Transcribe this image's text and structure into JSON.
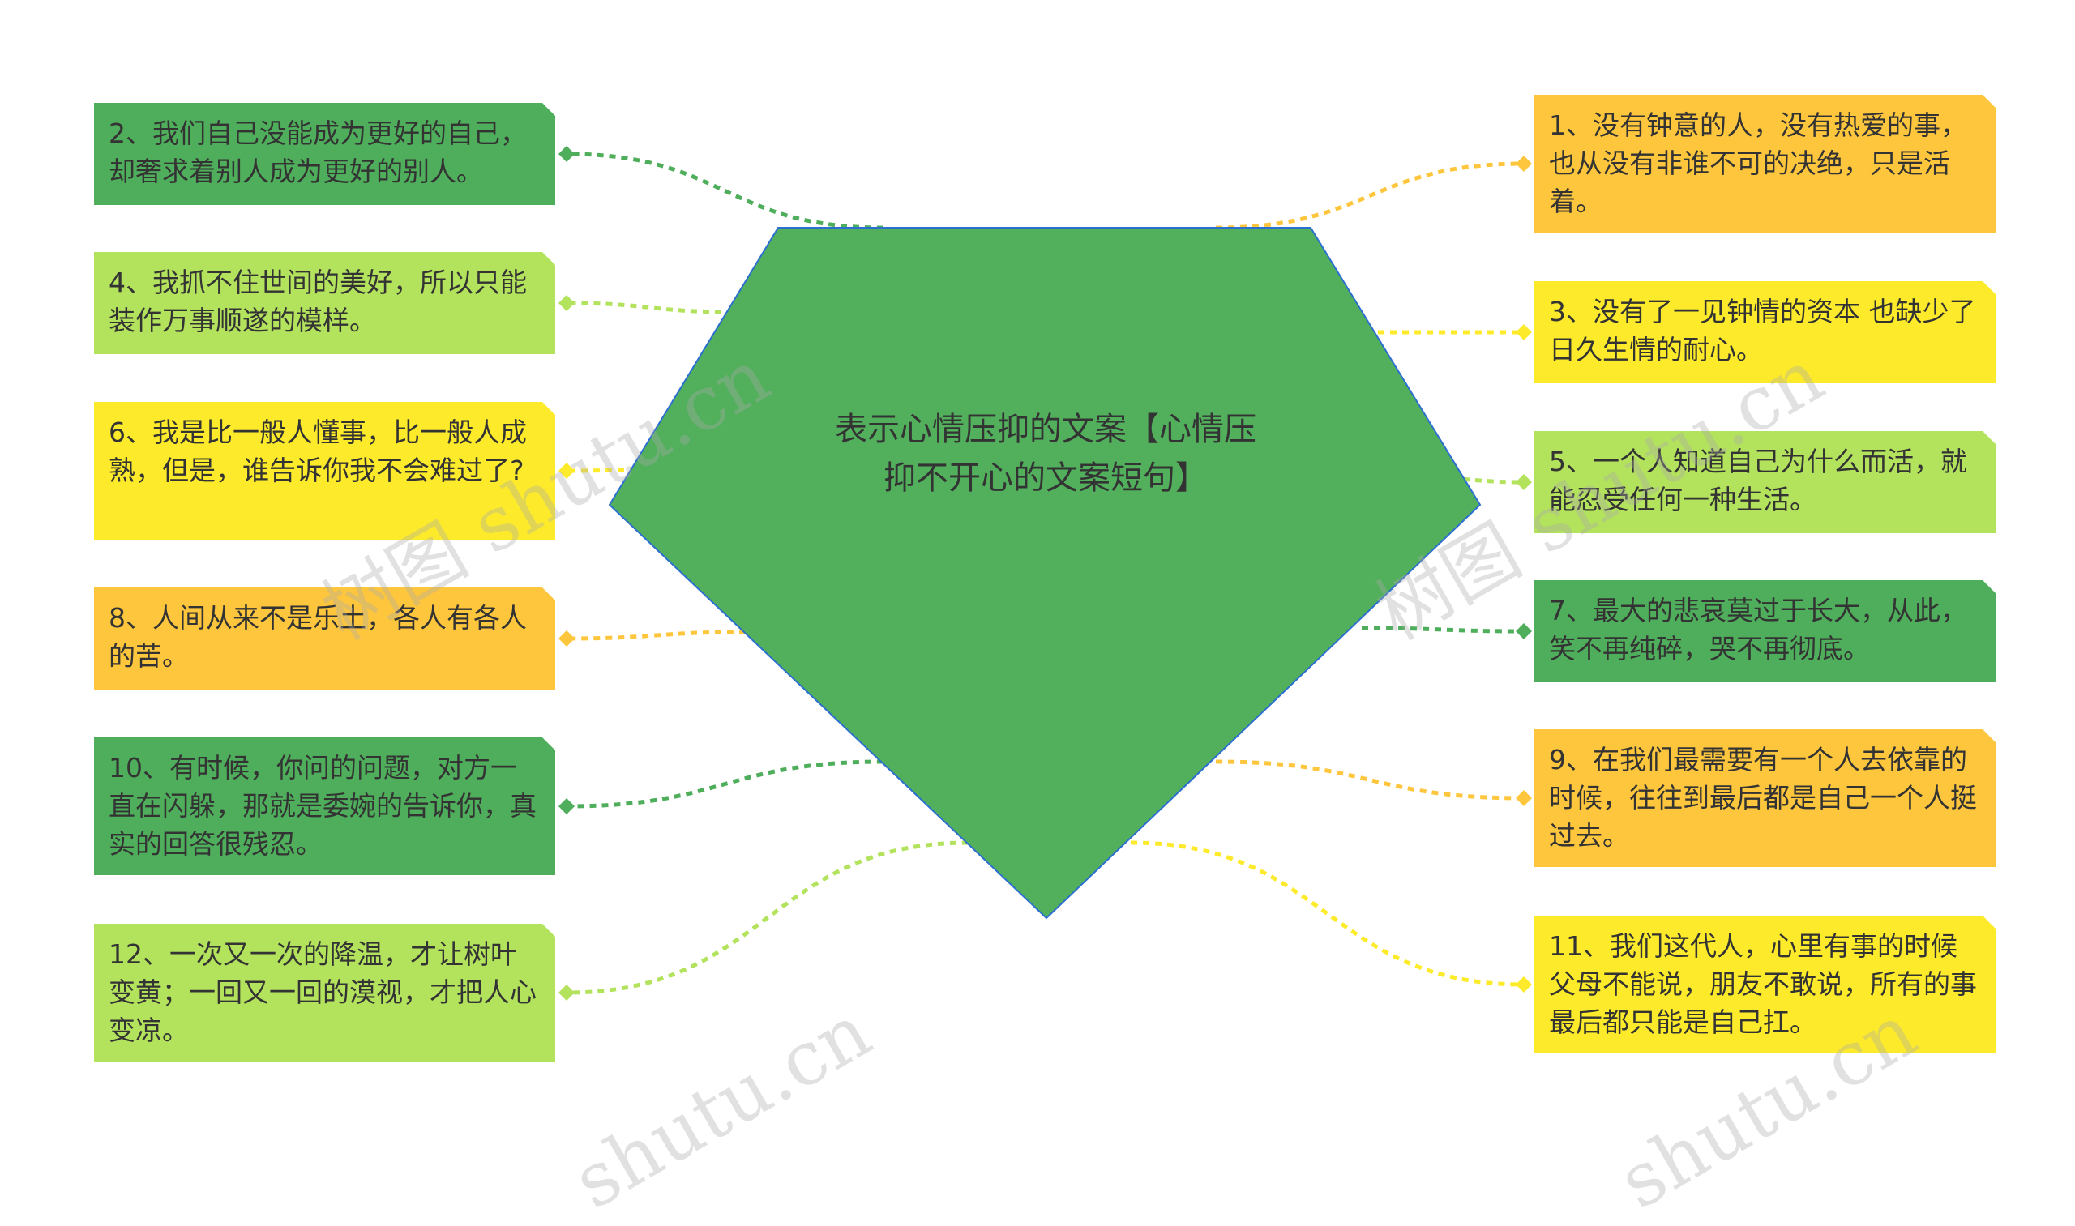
{
  "center": {
    "title": "表示心情压抑的文案【心情压抑不开心的文案短句】"
  },
  "colors": {
    "dark_green": "#4fae5b",
    "light_green": "#b3e25d",
    "yellow": "#fdeb2b",
    "orange": "#fdc63d",
    "center_fill": "#52b05d",
    "center_stroke": "#2b6fd0"
  },
  "left_nodes": [
    {
      "text": "2、我们自己没能成为更好的自己，却奢求着别人成为更好的别人。",
      "color": "dark"
    },
    {
      "text": "4、我抓不住世间的美好，所以只能装作万事顺遂的模样。",
      "color": "light"
    },
    {
      "text": "6、我是比一般人懂事，比一般人成熟，但是，谁告诉你我不会难过了?",
      "color": "yellow"
    },
    {
      "text": "8、人间从来不是乐土，各人有各人的苦。",
      "color": "orange"
    },
    {
      "text": "10、有时候，你问的问题，对方一直在闪躲，那就是委婉的告诉你，真实的回答很残忍。",
      "color": "dark"
    },
    {
      "text": "12、一次又一次的降温，才让树叶变黄；一回又一回的漠视，才把人心变凉。",
      "color": "light"
    }
  ],
  "right_nodes": [
    {
      "text": "1、没有钟意的人，没有热爱的事，也从没有非谁不可的决绝，只是活着。",
      "color": "orange"
    },
    {
      "text": "3、没有了一见钟情的资本 也缺少了日久生情的耐心。",
      "color": "yellow"
    },
    {
      "text": "5、一个人知道自己为什么而活，就能忍受任何一种生活。",
      "color": "light"
    },
    {
      "text": "7、最大的悲哀莫过于长大，从此，笑不再纯碎，哭不再彻底。",
      "color": "dark"
    },
    {
      "text": "9、在我们最需要有一个人去依靠的时候，往往到最后都是自己一个人挺过去。",
      "color": "orange"
    },
    {
      "text": "11、我们这代人，心里有事的时候父母不能说，朋友不敢说，所有的事最后都只能是自己扛。",
      "color": "yellow"
    }
  ],
  "watermarks": [
    "树图 shutu.cn",
    "树图 shutu.cn",
    "shutu.cn",
    "shutu.cn"
  ]
}
